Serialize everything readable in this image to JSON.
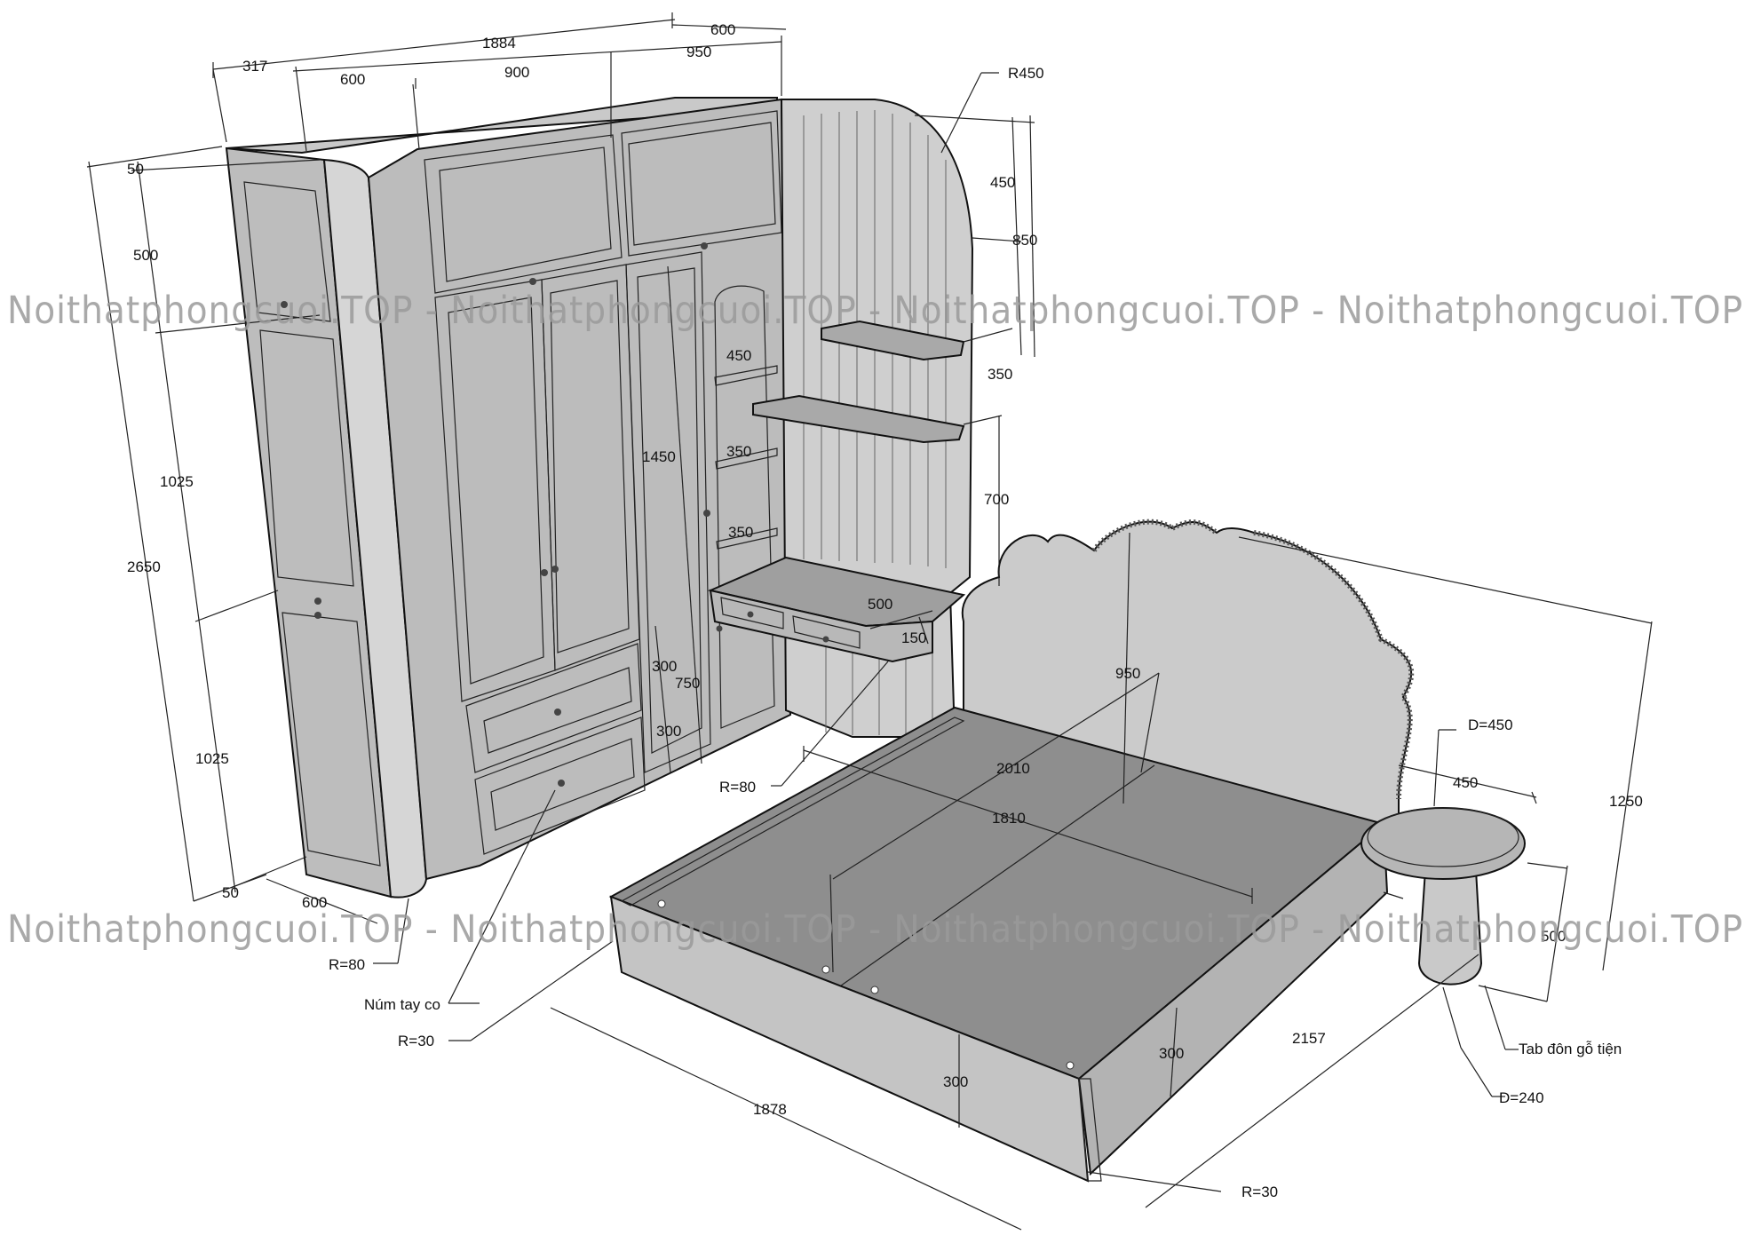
{
  "watermarks": [
    "Noithatphongcuoi.TOP - Noithatphongcuoi.TOP - Noithatphongcuoi.TOP - Noithatphongcuoi.TOP",
    "Noithatphongcuoi.TOP - Noithatphongcuoi.TOP - Noithatphongcuoi.TOP - Noithatphongcuoi.TOP"
  ],
  "wardrobe_dims": {
    "w317": "317",
    "w1884": "1884",
    "w600_top": "600",
    "w900": "900",
    "w950": "950",
    "w600_right": "600",
    "d50_top": "50",
    "h500": "500",
    "h1025_upper": "1025",
    "h2650": "2650",
    "h1025_lower": "1025",
    "d50_bottom": "50",
    "w600_bottom": "600",
    "h450_niche": "450",
    "h350_a": "350",
    "h350_b": "350",
    "h1450": "1450",
    "h300_a": "300",
    "h750": "750",
    "h300_b": "300"
  },
  "desk_dims": {
    "r450": "R450",
    "h450_arch": "450",
    "h850": "850",
    "h350_shelf": "350",
    "h700": "700",
    "w500": "500",
    "h150": "150"
  },
  "bed_dims": {
    "h950": "950",
    "l2010": "2010",
    "w1810": "1810",
    "h1250": "1250",
    "w1878": "1878",
    "l2157": "2157",
    "h300_front": "300",
    "h300_side": "300"
  },
  "stool_dims": {
    "d450": "D=450",
    "w450": "450",
    "h500": "500",
    "d240": "D=240"
  },
  "notes": {
    "r80_wardrobe": "R=80",
    "r80_desk": "R=80",
    "knob": "Núm tay co",
    "r30_left": "R=30",
    "r30_right": "R=30",
    "stool_name": "Tab đôn gỗ tiện"
  }
}
